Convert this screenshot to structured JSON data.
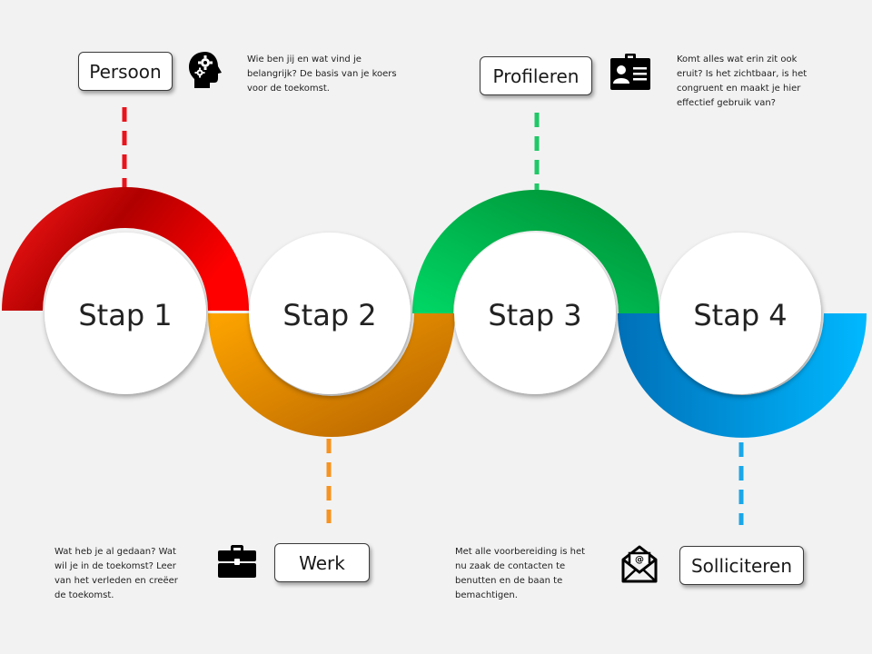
{
  "colors": {
    "red_light": "#ff1a1a",
    "red_dark": "#a00000",
    "orange_light": "#ffa000",
    "orange_dark": "#b36100",
    "green_light": "#00d066",
    "green_dark": "#009038",
    "blue_light": "#00b4ff",
    "blue_dark": "#0070b8",
    "circle": "#ffffff",
    "icon": "#000000",
    "background": "#f2f2f2"
  },
  "steps": [
    {
      "circle_label": "Stap 1",
      "title": "Persoon",
      "icon": "head-gears-icon",
      "description": "Wie ben jij en wat vind je belangrijk? De basis van je koers voor de toekomst.",
      "color": "red"
    },
    {
      "circle_label": "Stap 2",
      "title": "Werk",
      "icon": "briefcase-icon",
      "description": "Wat heb je al gedaan? Wat wil je in de toekomst? Leer van het verleden en creëer de toekomst.",
      "color": "orange"
    },
    {
      "circle_label": "Stap 3",
      "title": "Profileren",
      "icon": "id-card-icon",
      "description": "Komt alles wat erin zit ook eruit? Is het zichtbaar, is het congruent en maakt je hier effectief gebruik van?",
      "color": "green"
    },
    {
      "circle_label": "Stap 4",
      "title": "Solliciteren",
      "icon": "email-envelope-icon",
      "description": "Met alle voorbereiding is het nu zaak de contacten te benutten en de baan te bemachtigen.",
      "color": "blue"
    }
  ]
}
